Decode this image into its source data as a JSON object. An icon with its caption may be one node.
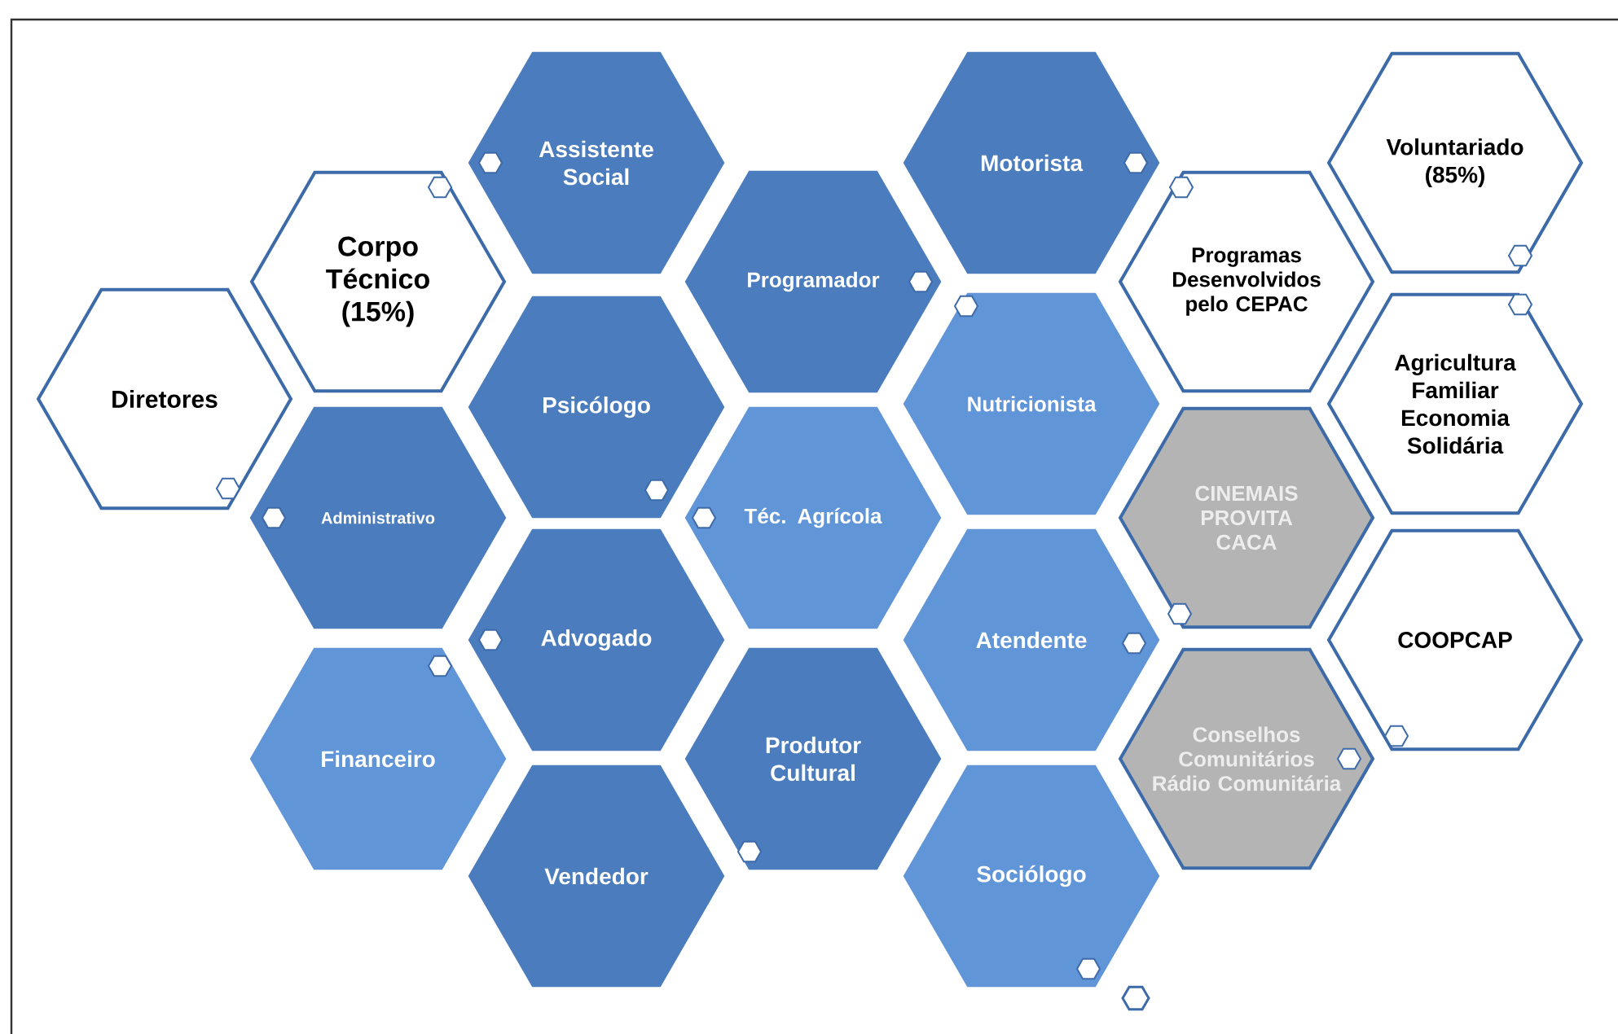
{
  "diagram": {
    "nodes": [
      {
        "text": [
          "Diretores"
        ]
      },
      {
        "text": [
          "Corpo Técnico (15%)"
        ]
      },
      {
        "text": [
          "Administrativo"
        ]
      },
      {
        "text": [
          "Financeiro"
        ]
      },
      {
        "text": [
          "Assistente Social"
        ]
      },
      {
        "text": [
          "Psicólogo"
        ]
      },
      {
        "text": [
          "Advogado"
        ]
      },
      {
        "text": [
          "Vendedor"
        ]
      },
      {
        "text": [
          "Programador"
        ]
      },
      {
        "text": [
          "Téc. Agrícola"
        ]
      },
      {
        "text": [
          "Produtor Cultural"
        ]
      },
      {
        "text": [
          "Motorista"
        ]
      },
      {
        "text": [
          "Nutricionista"
        ]
      },
      {
        "text": [
          "Atendente"
        ]
      },
      {
        "text": [
          "Sociólogo"
        ]
      },
      {
        "text": [
          "Programas Desenvolvidos pelo CEPAC"
        ]
      },
      {
        "text": [
          "CINEMAIS PROVITA CACA"
        ]
      },
      {
        "text": [
          "Conselhos Comunitários Rádio Comunitária"
        ]
      },
      {
        "text": [
          "Voluntariado (85%)"
        ]
      },
      {
        "text": [
          "Agricultura Familiar Economia Solidária"
        ]
      },
      {
        "text": [
          "COOPCAP"
        ]
      }
    ]
  }
}
